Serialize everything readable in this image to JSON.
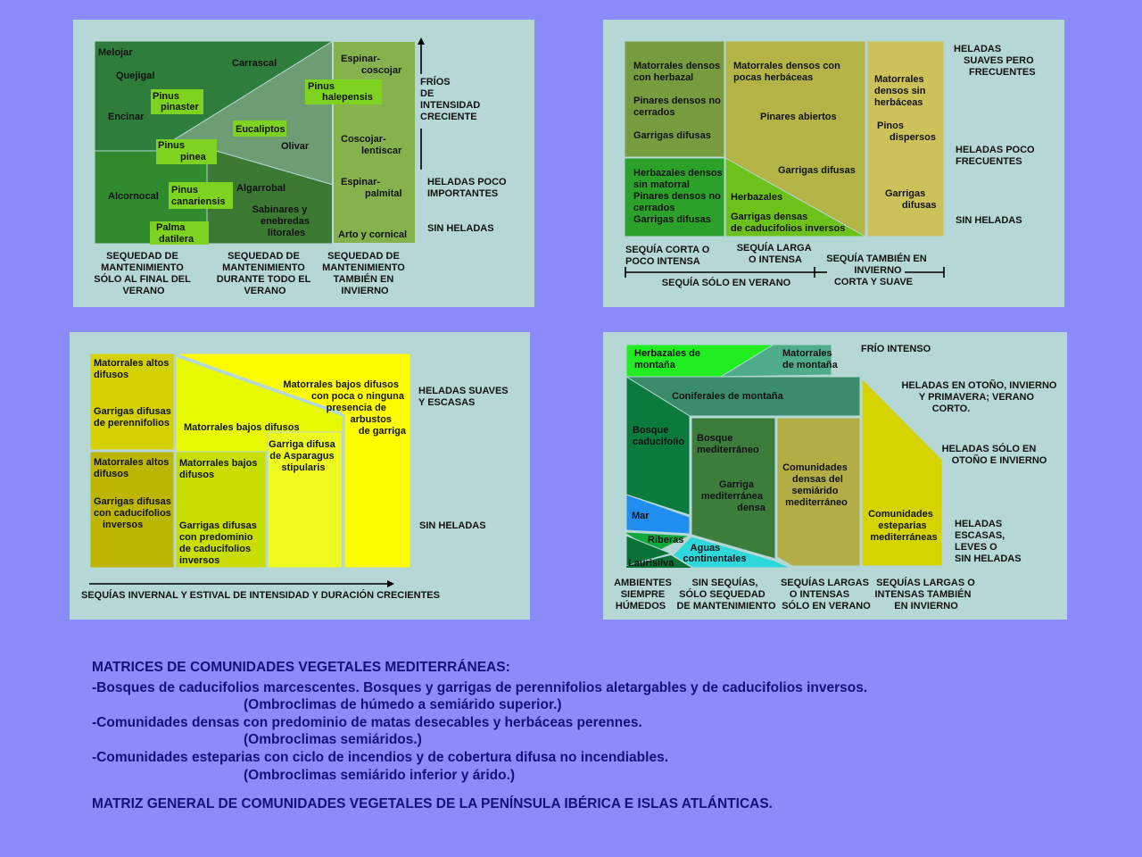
{
  "colors": {
    "background": "#8b8bfb",
    "panel": "#b5d8d6",
    "caption_text": "#12127a"
  },
  "panel1": {
    "region_labels": {
      "melojar": "Melojar",
      "quejigal": "Quejigal",
      "encinar": "Encinar",
      "carrascal": "Carrascal",
      "olivar": "Olivar",
      "alcornocal": "Alcornocal",
      "algarrobal": "Algarrobal",
      "sabinares": [
        "Sabinares y",
        "enebredas",
        "litorales"
      ],
      "espinar_coscojar": [
        "Espinar-",
        "coscojar"
      ],
      "coscojar_lentiscar": [
        "Coscojar-",
        "lentiscar"
      ],
      "espinar_palmital": [
        "Espinar-",
        "palmital"
      ],
      "arto_cornical": "Arto y cornical"
    },
    "species_labels": {
      "pinus_pinaster": [
        "Pinus",
        "pinaster"
      ],
      "pinus_halepensis": [
        "Pinus",
        "halepensis"
      ],
      "eucaliptos": "Eucaliptos",
      "pinus_pinea": [
        "Pinus",
        "pinea"
      ],
      "pinus_canariensis": [
        "Pinus",
        "canariensis"
      ],
      "palma_datilera": [
        "Palma",
        "datilera"
      ]
    },
    "right_labels": {
      "frios": [
        "FRÍOS",
        "DE",
        "INTENSIDAD",
        "CRECIENTE"
      ],
      "heladas_poco_importantes": [
        "HELADAS POCO",
        "IMPORTANTES"
      ],
      "sin_heladas": "SIN HELADAS"
    },
    "bottom_labels": {
      "col1": [
        "SEQUEDAD DE",
        "MANTENIMIENTO",
        "SÓLO AL FINAL DEL",
        "VERANO"
      ],
      "col2": [
        "SEQUEDAD DE",
        "MANTENIMIENTO",
        "DURANTE TODO EL",
        "VERANO"
      ],
      "col3": [
        "SEQUEDAD DE",
        "MANTENIMIENTO",
        "TAMBIÉN EN",
        "INVIERNO"
      ]
    }
  },
  "panel2": {
    "region_labels": {
      "matorrales_herbazal": [
        "Matorrales densos",
        "con herbazal"
      ],
      "pinares_densos": [
        "Pinares densos no",
        "cerrados"
      ],
      "garrigas_difusas_1": "Garrigas difusas",
      "herbazales_densos": [
        "Herbazales densos",
        "sin matorral",
        "Pinares densos no",
        "cerrados",
        "Garrigas difusas"
      ],
      "matorrales_pocas": [
        "Matorrales densos con",
        "pocas herbáceas"
      ],
      "pinares_abiertos": "Pinares abiertos",
      "garrigas_difusas_2": "Garrigas difusas",
      "herbazales": "Herbazales",
      "garrigas_densas": [
        "Garrigas densas",
        "de caducifolios inversos"
      ],
      "matorrales_sin": [
        "Matorrales",
        "densos sin",
        "herbáceas"
      ],
      "pinos_dispersos": [
        "Pinos",
        "dispersos"
      ],
      "garrigas_difusas_3": [
        "Garrigas",
        "difusas"
      ]
    },
    "right_labels": {
      "heladas_suaves": [
        "HELADAS",
        "SUAVES PERO",
        "FRECUENTES"
      ],
      "heladas_poco": [
        "HELADAS POCO",
        "FRECUENTES"
      ],
      "sin_heladas": "SIN HELADAS"
    },
    "bottom_labels": {
      "corta": [
        "SEQUÍA CORTA O",
        "POCO INTENSA"
      ],
      "larga": [
        "SEQUÍA LARGA",
        "O INTENSA"
      ],
      "tambien": [
        "SEQUÍA TAMBIÉN EN",
        "INVIERNO"
      ],
      "solo_verano": "SEQUÍA SÓLO EN VERANO",
      "corta_suave": "CORTA Y SUAVE"
    }
  },
  "panel3": {
    "region_labels": {
      "matorrales_altos_1": [
        "Matorrales altos",
        "difusos"
      ],
      "garrigas_perennifolios": [
        "Garrigas difusas",
        "de perennifolios"
      ],
      "matorrales_altos_2": [
        "Matorrales altos",
        "difusos"
      ],
      "garrigas_caducifolios": [
        "Garrigas difusas",
        "con caducifolios",
        "inversos"
      ],
      "matorrales_bajos_1": "Matorrales bajos difusos",
      "matorrales_bajos_2": [
        "Matorrales bajos",
        "difusos"
      ],
      "garrigas_predominio": [
        "Garrigas difusas",
        "con predominio",
        "de caducifolios",
        "inversos"
      ],
      "garriga_asparagus": [
        "Garriga difusa",
        "de Asparagus",
        "stipularis"
      ],
      "matorrales_poca": [
        "Matorrales bajos difusos",
        "con poca o ninguna",
        "presencia de",
        "arbustos",
        "de garriga"
      ]
    },
    "right_labels": {
      "heladas_suaves": [
        "HELADAS SUAVES",
        "Y ESCASAS"
      ],
      "sin_heladas": "SIN HELADAS"
    },
    "bottom_label": "SEQUÍAS INVERNAL Y ESTIVAL DE INTENSIDAD Y DURACIÓN CRECIENTES"
  },
  "panel4": {
    "region_labels": {
      "herbazales_montana": [
        "Herbazales de",
        "montaña"
      ],
      "matorrales_montana": [
        "Matorrales",
        "de montaña"
      ],
      "coniferales": "Coniferales de montaña",
      "bosque_caducifolio": [
        "Bosque",
        "caducifolio"
      ],
      "bosque_mediterraneo": [
        "Bosque",
        "mediterráneo"
      ],
      "garriga_mediterranea": [
        "Garriga",
        "mediterránea",
        "densa"
      ],
      "comunidades_densas": [
        "Comunidades",
        "densas del",
        "semiárido",
        "mediterráneo"
      ],
      "comunidades_esteparias": [
        "Comunidades",
        "esteparias",
        "mediterráneas"
      ],
      "mar": "Mar",
      "riberas": "Riberas",
      "laurisilva": "Laurisilva",
      "aguas": [
        "Aguas",
        "continentales"
      ]
    },
    "right_labels": {
      "frio_intenso": "FRÍO INTENSO",
      "heladas_otono": [
        "HELADAS EN OTOÑO, INVIERNO",
        "Y PRIMAVERA; VERANO",
        "CORTO."
      ],
      "heladas_solo": [
        "HELADAS SÓLO EN",
        "OTOÑO E INVIERNO"
      ],
      "heladas_escasas": [
        "HELADAS",
        "ESCASAS,",
        "LEVES O",
        "SIN HELADAS"
      ]
    },
    "bottom_labels": {
      "col1": [
        "AMBIENTES",
        "SIEMPRE",
        "HÚMEDOS"
      ],
      "col2": [
        "SIN SEQUÍAS,",
        "SÓLO SEQUEDAD",
        "DE MANTENIMIENTO"
      ],
      "col3": [
        "SEQUÍAS LARGAS",
        "O INTENSAS",
        "SÓLO EN VERANO"
      ],
      "col4": [
        "SEQUÍAS LARGAS O",
        "INTENSAS TAMBIÉN",
        "EN INVIERNO"
      ]
    }
  },
  "caption": {
    "title": "MATRICES DE COMUNIDADES VEGETALES MEDITERRÁNEAS:",
    "line1": "-Bosques de caducifolios marcescentes. Bosques y garrigas de perennifolios aletargables y de caducifolios inversos.",
    "line1b": "(Ombroclimas de húmedo a semiárido superior.)",
    "line2": "-Comunidades densas con predominio de matas desecables y herbáceas perennes.",
    "line2b": "(Ombroclimas semiáridos.)",
    "line3": "-Comunidades esteparias con ciclo de incendios y de cobertura difusa no incendiables.",
    "line3b": "(Ombroclimas semiárido inferior y árido.)",
    "footer": "MATRIZ GENERAL DE COMUNIDADES VEGETALES DE LA PENÍNSULA IBÉRICA E ISLAS ATLÁNTICAS."
  }
}
